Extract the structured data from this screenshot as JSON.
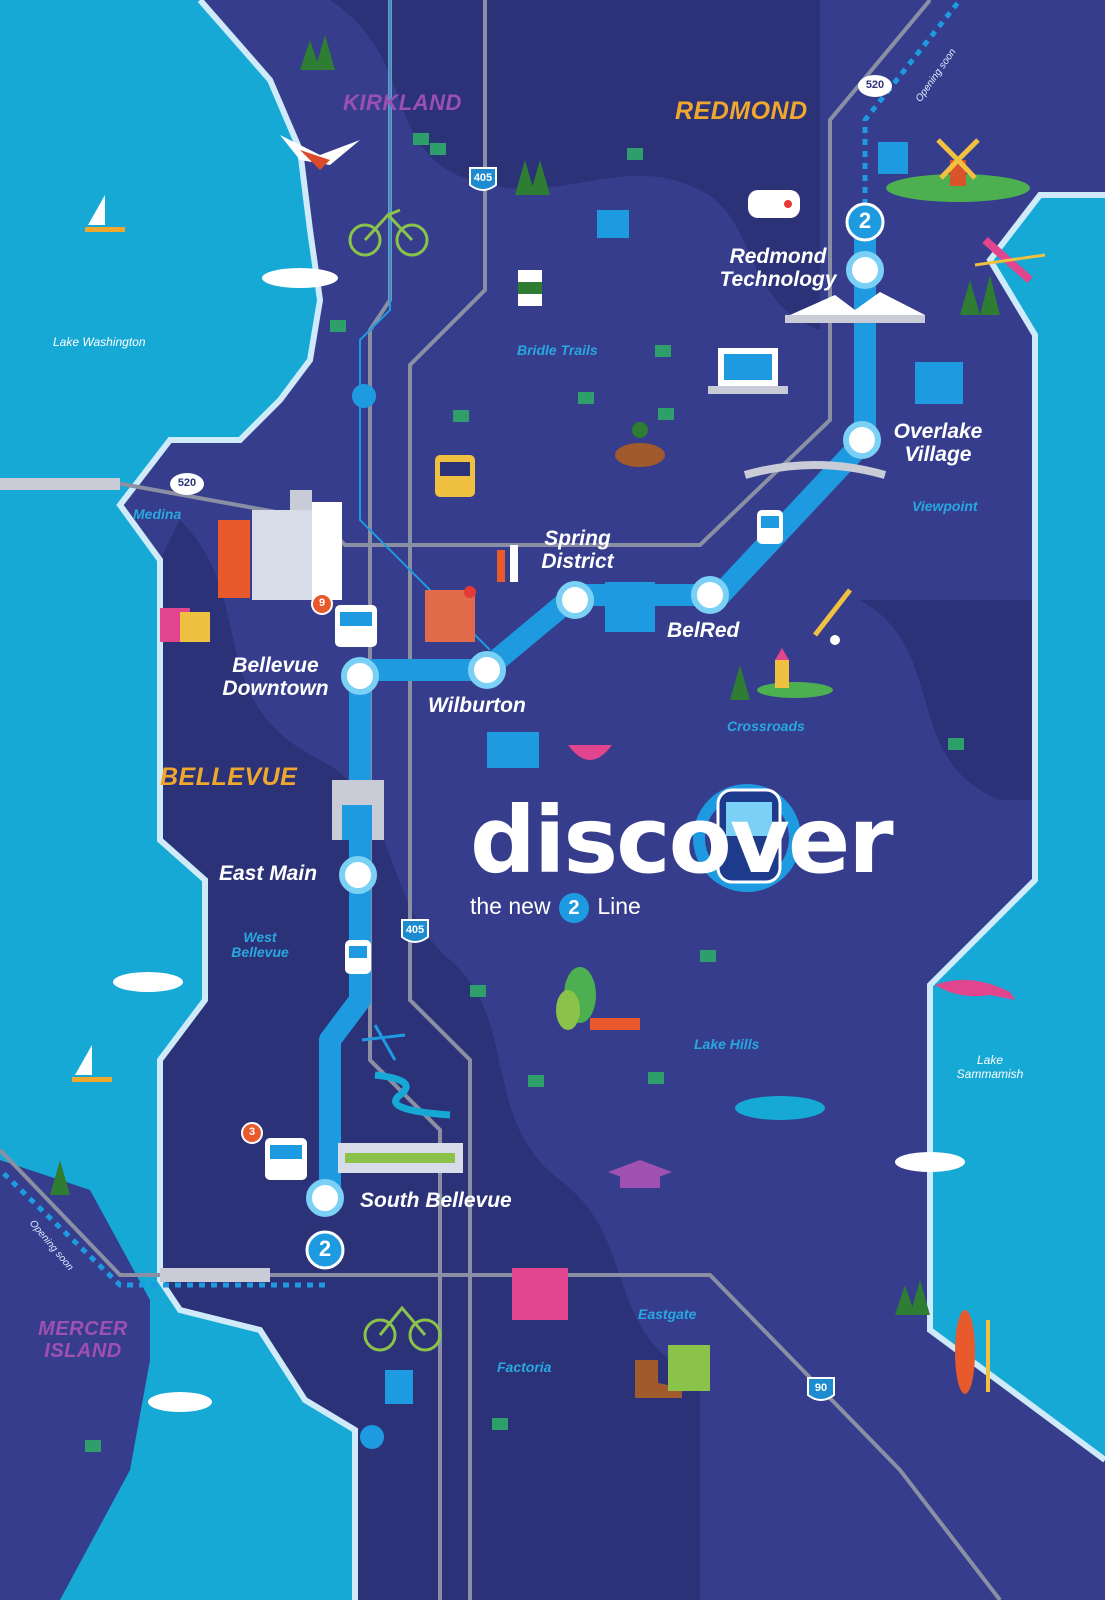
{
  "colors": {
    "water": "#17a9d6",
    "land": "#353d8c",
    "land_shade": "#2b3278",
    "road": "#8a8fa3",
    "rail": "#1e9be0",
    "station_fill": "#ffffff",
    "city_orange": "#f0a72e",
    "city_purple": "#a050b0",
    "neighborhood": "#29a8e0"
  },
  "cities": [
    {
      "name": "KIRKLAND",
      "color": "#9b4fb0"
    },
    {
      "name": "REDMOND",
      "color": "#f0a72e"
    },
    {
      "name": "BELLEVUE",
      "color": "#f0a72e"
    },
    {
      "name": "MERCER ISLAND",
      "color": "#a050b0"
    }
  ],
  "stations": [
    {
      "id": "redmond-technology",
      "name": "Redmond Technology"
    },
    {
      "id": "overlake-village",
      "name": "Overlake Village"
    },
    {
      "id": "spring-district",
      "name": "Spring District"
    },
    {
      "id": "belred",
      "name": "BelRed"
    },
    {
      "id": "wilburton",
      "name": "Wilburton"
    },
    {
      "id": "bellevue-downtown",
      "name": "Bellevue Downtown"
    },
    {
      "id": "east-main",
      "name": "East Main"
    },
    {
      "id": "south-bellevue",
      "name": "South Bellevue"
    }
  ],
  "neighborhoods": [
    "Bridle Trails",
    "Medina",
    "Viewpoint",
    "Crossroads",
    "West Bellevue",
    "Lake Hills",
    "Eastgate",
    "Factoria"
  ],
  "water_bodies": [
    "Lake Washington",
    "Lake Sammamish"
  ],
  "highways": [
    "405",
    "520",
    "520",
    "405",
    "90"
  ],
  "line_badge": "2",
  "bus_routes": [
    "9",
    "3"
  ],
  "opening_soon": "Opening soon",
  "brand": {
    "word": "discover",
    "tagline_before": "the new",
    "tagline_line": "2",
    "tagline_after": "Line"
  },
  "icons": [
    "eagle-icon",
    "sailboat-icon",
    "bicycle-icon",
    "coffee-cup-icon",
    "game-controller-icon",
    "windmill-icon",
    "kayak-icon",
    "laptop-icon",
    "horse-rider-icon",
    "bus-icon",
    "shopping-bags-icon",
    "baseball-icon",
    "playground-icon",
    "noodle-bowl-icon",
    "salmon-icon",
    "bench-icon",
    "dragonfly-icon",
    "graduation-cap-icon",
    "hiking-boot-icon",
    "surfboard-icon",
    "train-icon"
  ]
}
